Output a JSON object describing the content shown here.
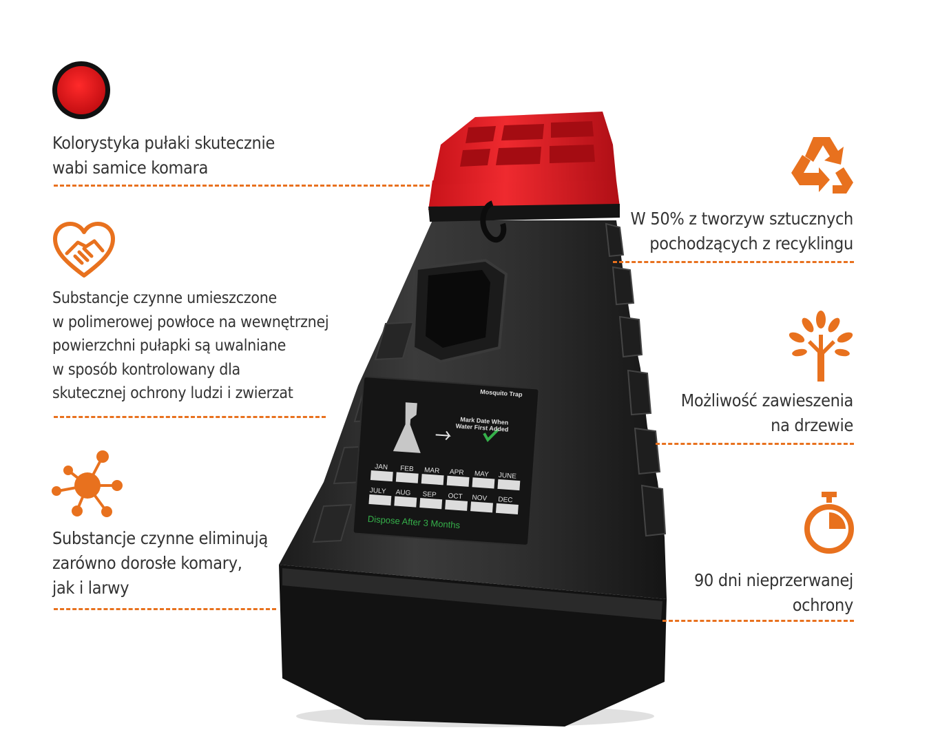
{
  "colors": {
    "accent": "#e8711e",
    "text": "#333333",
    "trap_red": "#e01a22",
    "trap_body": "#2b2b2b",
    "label_green": "#35b04a"
  },
  "features_left": [
    {
      "icon": "red-circle-icon",
      "lines": [
        "Kolorystyka pułaki skutecznie",
        "wabi samice komara"
      ]
    },
    {
      "icon": "heart-handshake-icon",
      "lines": [
        "Substancje czynne umieszczone",
        "w polimerowej powłoce na wewnętrznej",
        "powierzchni pułapki są uwalniane",
        "w sposób kontrolowany dla",
        "skutecznej ochrony ludzi i zwierzat"
      ]
    },
    {
      "icon": "molecule-icon",
      "lines": [
        "Substancje czynne eliminują",
        "zarówno dorosłe komary,",
        "jak i larwy"
      ]
    }
  ],
  "features_right": [
    {
      "icon": "recycle-icon",
      "lines": [
        "W 50% z tworzyw sztucznych",
        "pochodzących z recyklingu"
      ]
    },
    {
      "icon": "tree-icon",
      "lines": [
        "Możliwość zawieszenia",
        "na drzewie"
      ]
    },
    {
      "icon": "stopwatch-icon",
      "lines": [
        "90 dni nieprzerwanej",
        "ochrony"
      ]
    }
  ],
  "product_label": {
    "brand": "Mosquito Trap",
    "instruction": [
      "Mark Date When",
      "Water First Added"
    ],
    "months_row1": [
      "JAN",
      "FEB",
      "MAR",
      "APR",
      "MAY",
      "JUNE"
    ],
    "months_row2": [
      "JULY",
      "AUG",
      "SEP",
      "OCT",
      "NOV",
      "DEC"
    ],
    "dispose": "Dispose After 3 Months"
  }
}
